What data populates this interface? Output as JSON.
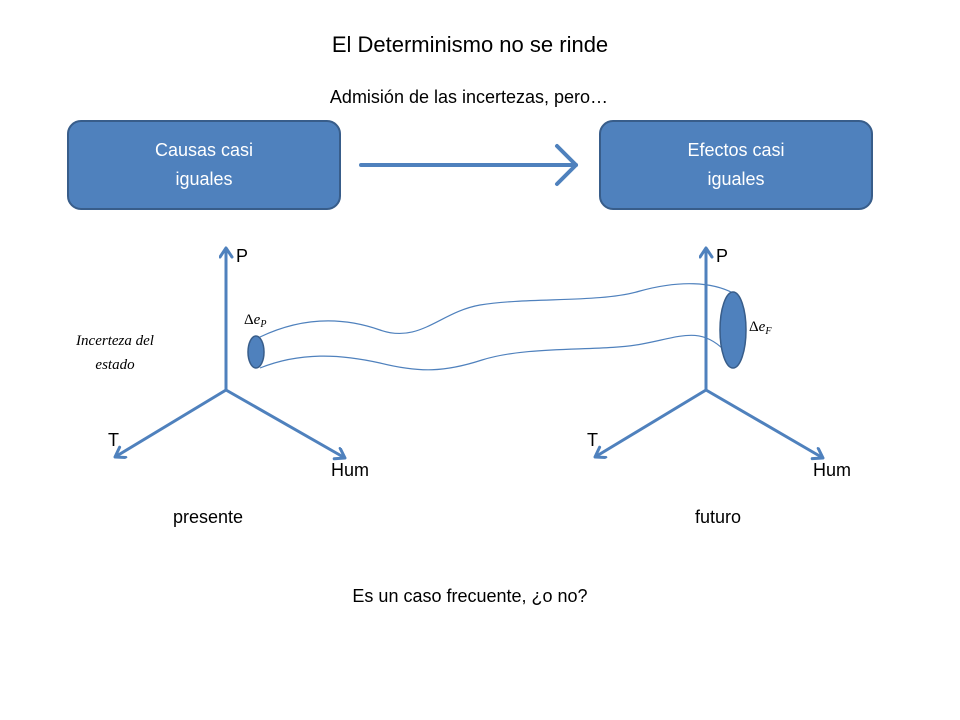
{
  "slide": {
    "title": "El Determinismo no se rinde",
    "subtitle": "Admisión de las incertezas, pero…",
    "footer_question": "Es un caso frecuente, ¿o no?"
  },
  "boxes": {
    "causes": {
      "line1": "Causas casi",
      "line2": "iguales"
    },
    "effects": {
      "line1": "Efectos casi",
      "line2": "iguales"
    }
  },
  "state_uncertainty_label": {
    "line1": "Incerteza del",
    "line2": "estado"
  },
  "diagrams": {
    "present": {
      "p_label": "P",
      "t_label": "T",
      "hum_label": "Hum",
      "caption": "presente",
      "uncertainty": {
        "delta": "Δ",
        "e": "e",
        "subscript": "P"
      }
    },
    "future": {
      "p_label": "P",
      "t_label": "T",
      "hum_label": "Hum",
      "caption": "futuro",
      "uncertainty": {
        "delta": "Δ",
        "e": "e",
        "subscript": "F"
      }
    }
  },
  "colors": {
    "accent": "#4F81BD",
    "box_border": "#385D8A",
    "box_text": "#FFFFFF",
    "text": "#000000"
  }
}
